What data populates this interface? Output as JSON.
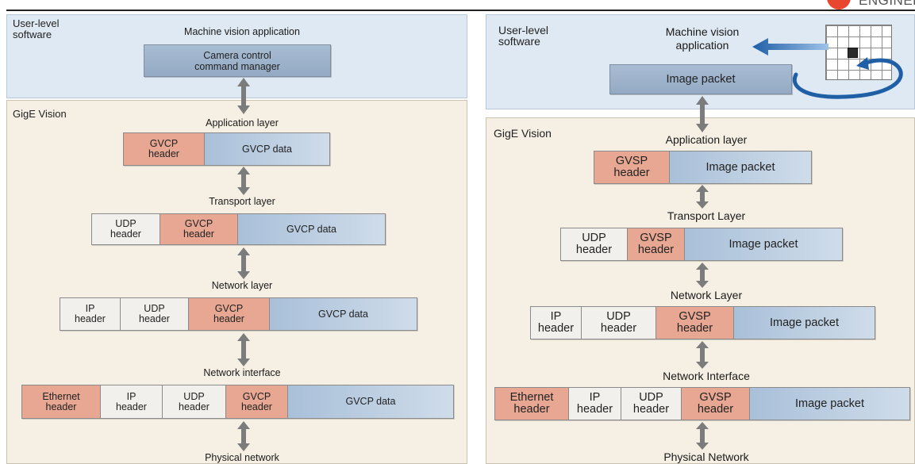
{
  "header": {
    "logo_text": "ENGINEER"
  },
  "left": {
    "user_level": "User-level\nsoftware",
    "app_title": "Machine vision application",
    "camera_box": "Camera control\ncommand manager",
    "gige": "GigE Vision",
    "layers": {
      "application": "Application layer",
      "transport": "Transport layer",
      "network": "Network layer",
      "interface": "Network interface",
      "physical": "Physical network"
    },
    "rows": {
      "application": [
        "GVCP\nheader",
        "GVCP data"
      ],
      "transport": [
        "UDP\nheader",
        "GVCP\nheader",
        "GVCP data"
      ],
      "network": [
        "IP\nheader",
        "UDP\nheader",
        "GVCP\nheader",
        "GVCP data"
      ],
      "interface": [
        "Ethernet\nheader",
        "IP\nheader",
        "UDP\nheader",
        "GVCP\nheader",
        "GVCP data"
      ]
    }
  },
  "right": {
    "user_level": "User-level\nsoftware",
    "app_title": "Machine vision\napplication",
    "image_box": "Image packet",
    "gige": "GigE Vision",
    "layers": {
      "application": "Application layer",
      "transport": "Transport Layer",
      "network": "Network Layer",
      "interface": "Network Interface",
      "physical": "Physical Network"
    },
    "rows": {
      "application": [
        "GVSP\nheader",
        "Image packet"
      ],
      "transport": [
        "UDP\nheader",
        "GVSP\nheader",
        "Image packet"
      ],
      "network": [
        "IP\nheader",
        "UDP\nheader",
        "GVSP\nheader",
        "Image packet"
      ],
      "interface": [
        "Ethernet\nheader",
        "IP\nheader",
        "UDP\nheader",
        "GVSP\nheader",
        "Image packet"
      ]
    }
  },
  "colors": {
    "header_pink": "#e7a792",
    "header_white": "#f2f0ec",
    "data_blue": "#a9c0d9",
    "top_panel": "#dfe9f3",
    "bottom_panel": "#f6f0e4",
    "flow_arrow": "#1f5fa6"
  }
}
